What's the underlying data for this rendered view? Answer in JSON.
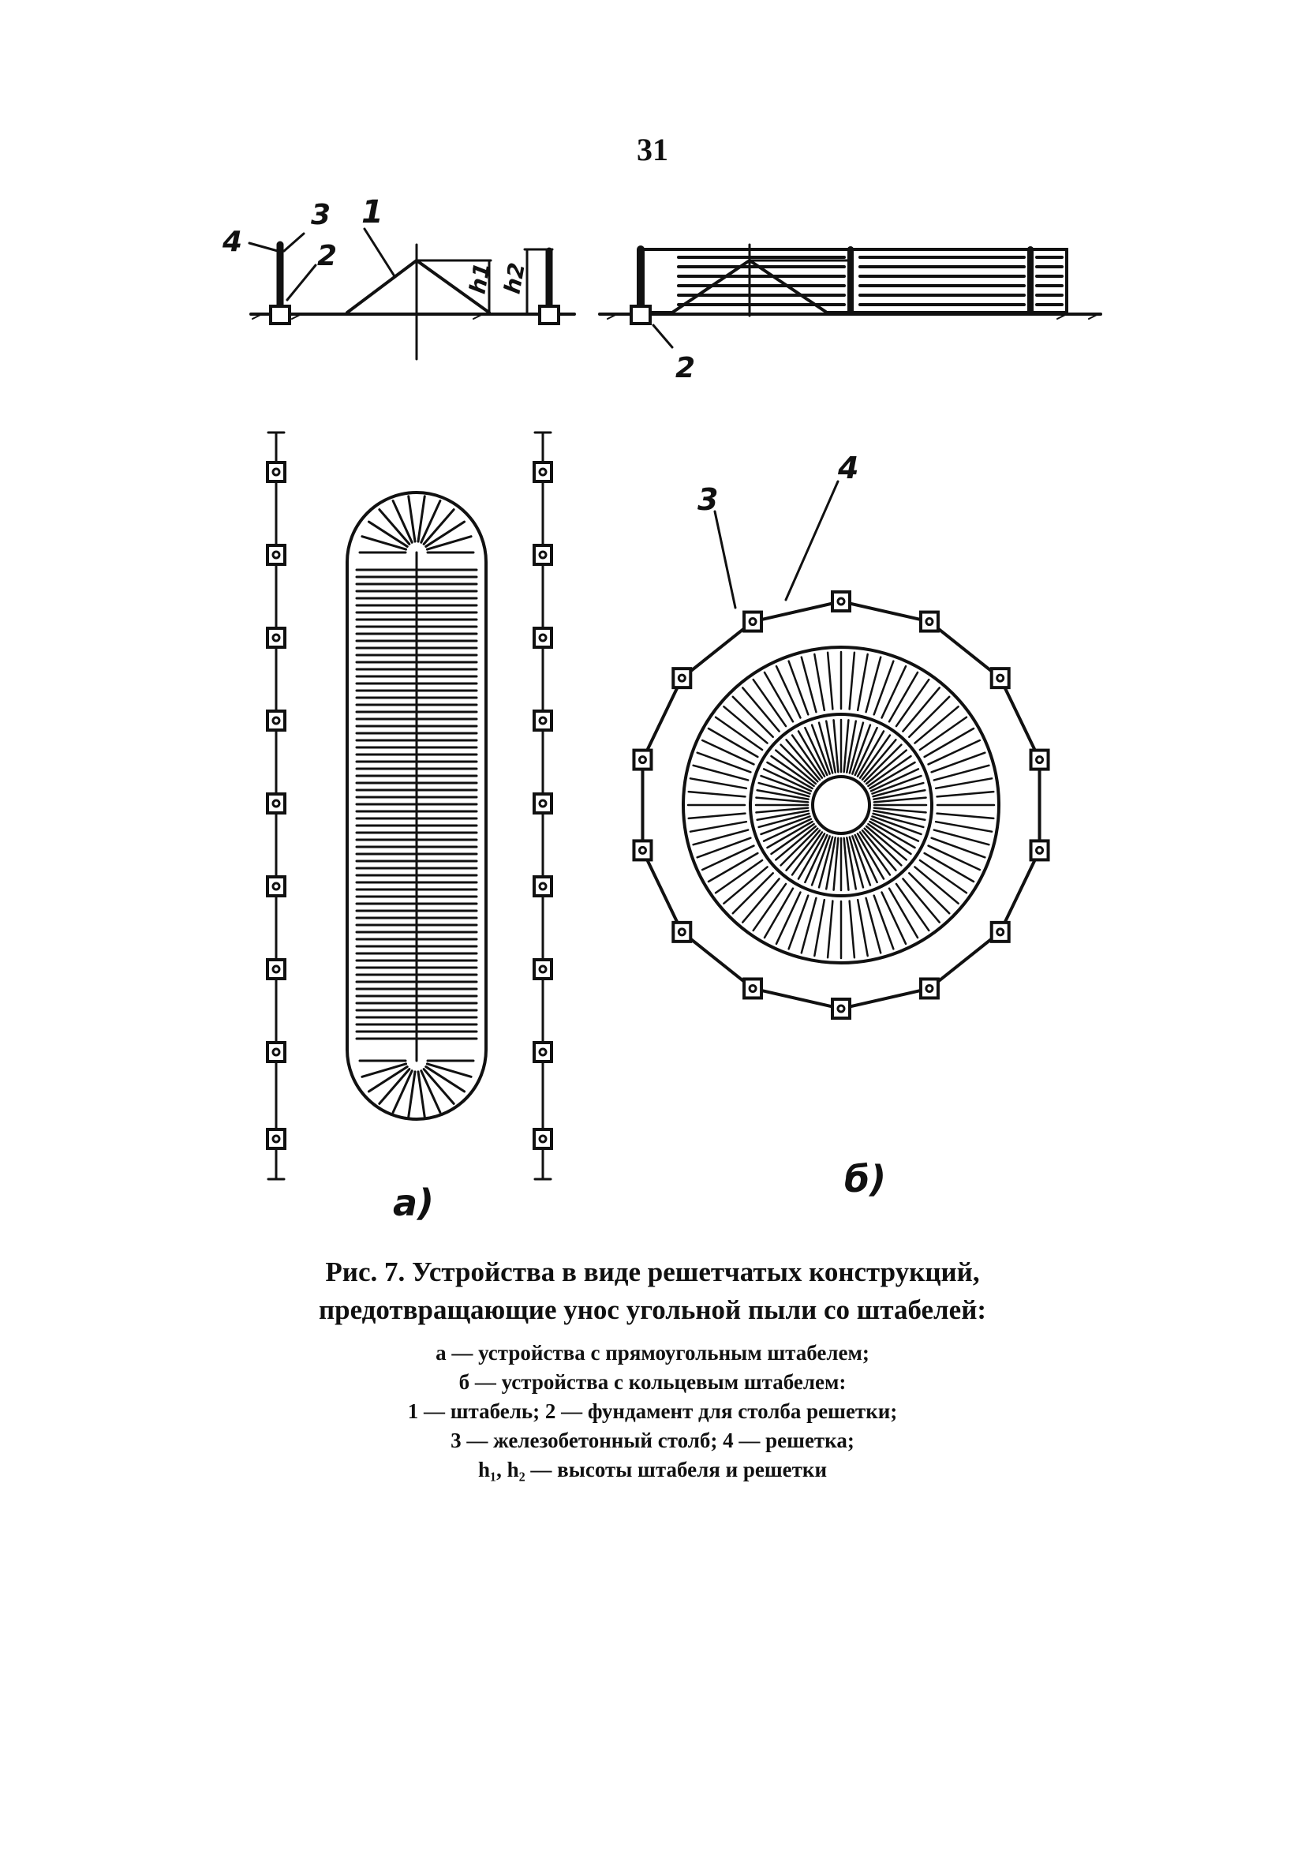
{
  "page_number": "31",
  "figure": {
    "callouts": {
      "n1": "1",
      "n2": "2",
      "n3": "3",
      "n4": "4",
      "h1": "h1",
      "h2": "h2"
    },
    "panel_labels": {
      "a": "а)",
      "b": "б)"
    }
  },
  "caption": {
    "title_line1": "Рис. 7. Устройства в виде решетчатых конструкций,",
    "title_line2": "предотвращающие унос угольной пыли со штабелей:",
    "legend": [
      "а — устройства с прямоугольным штабелем;",
      "б — устройства с кольцевым штабелем:",
      "1 — штабель; 2 — фундамент для столба решетки;",
      "3 — железобетонный столб; 4 — решетка;",
      "h₁, h₂ — высоты штабеля и решетки"
    ]
  }
}
